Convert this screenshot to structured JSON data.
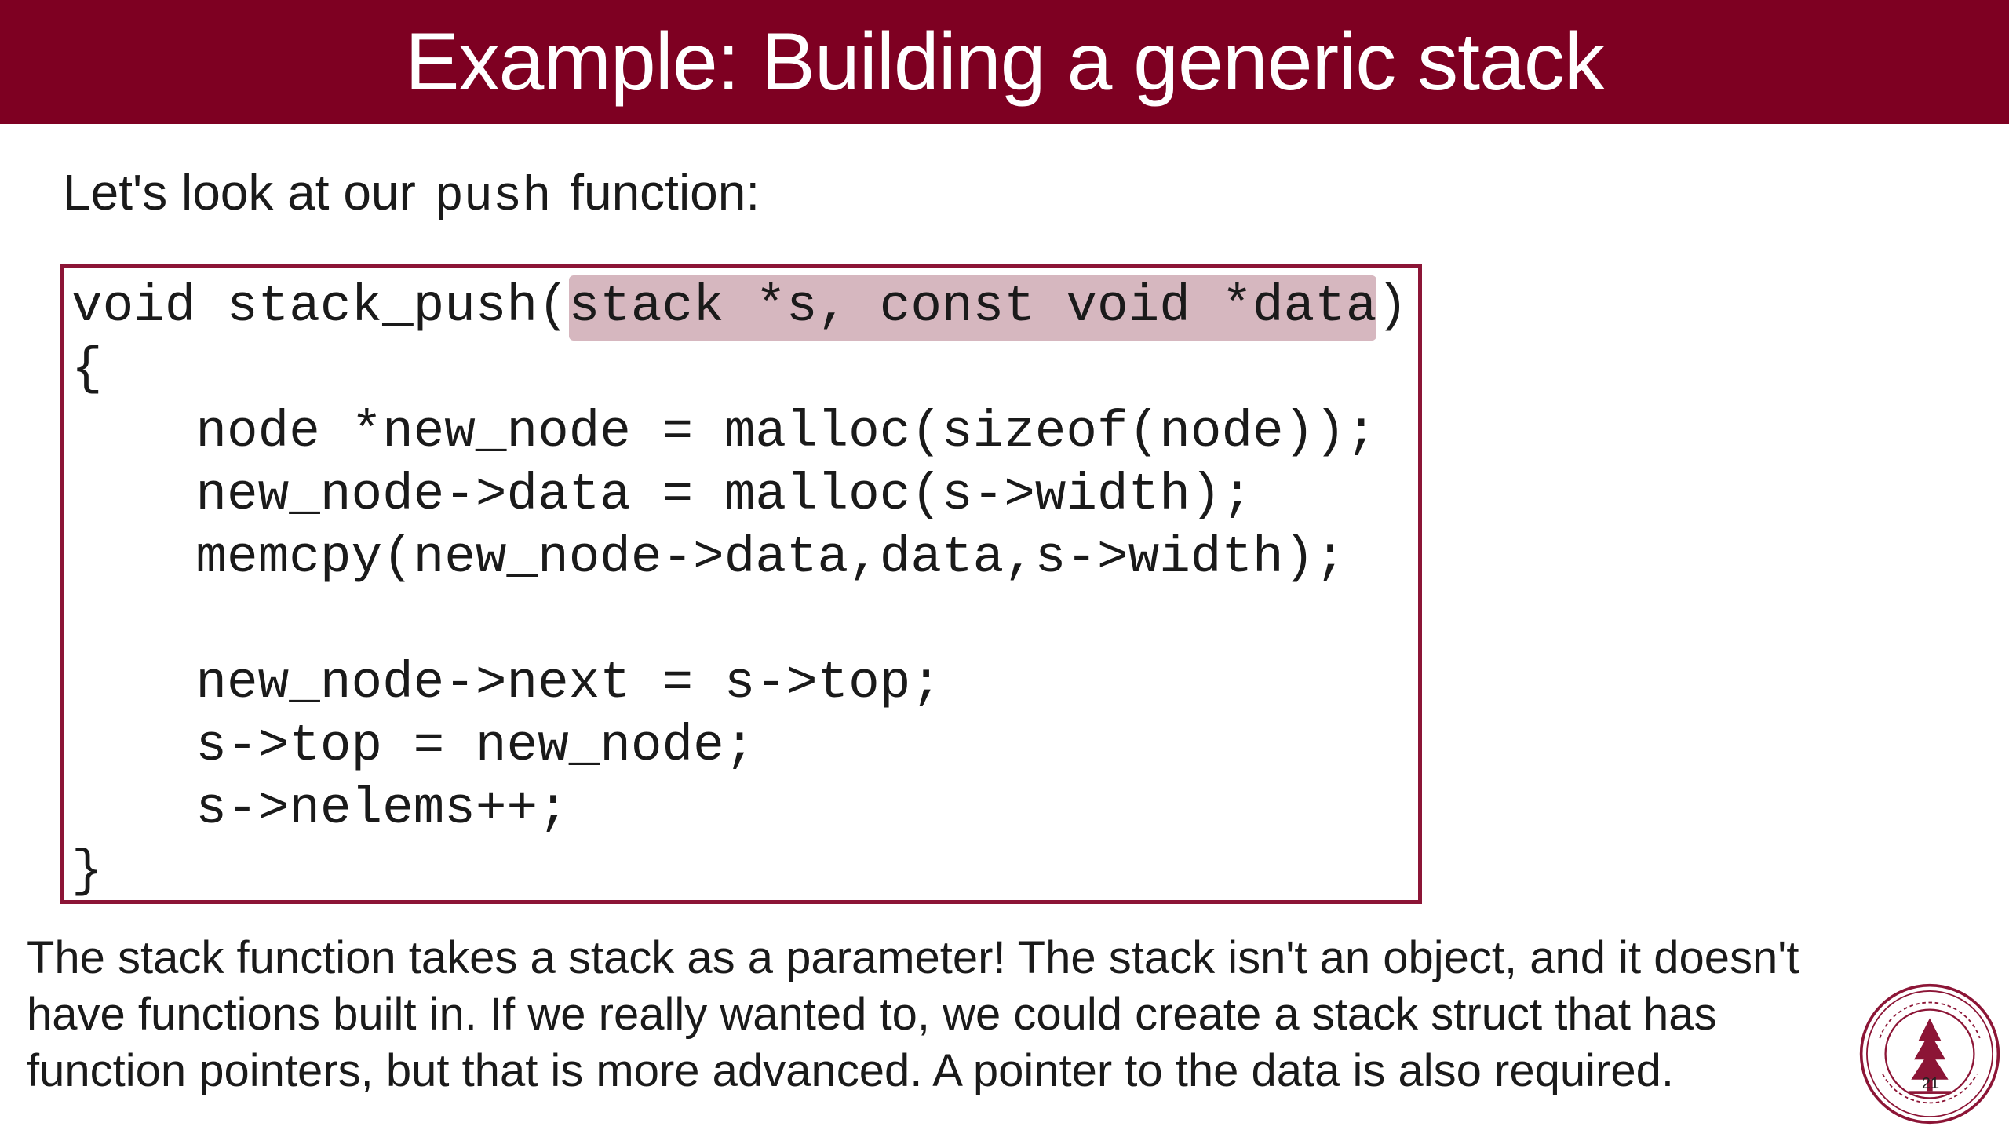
{
  "slide": {
    "title": "Example: Building a generic stack",
    "intro_before": "Let's look at our",
    "intro_code": "push",
    "intro_after": "function:",
    "code_lines": [
      {
        "text": "void stack_push(",
        "hl": "stack *s, const void *data",
        "rest": ")"
      },
      {
        "text": "{"
      },
      {
        "text": "    node *new_node = malloc(sizeof(node));"
      },
      {
        "text": "    new_node->data = malloc(s->width);"
      },
      {
        "text": "    memcpy(new_node->data,data,s->width);"
      },
      {
        "text": ""
      },
      {
        "text": "    new_node->next = s->top;"
      },
      {
        "text": "    s->top = new_node;"
      },
      {
        "text": "    s->nelems++;"
      },
      {
        "text": "}"
      }
    ],
    "explanation": "The stack function takes a stack as a parameter! The stack isn't an object, and it doesn't have functions built in. If we really wanted to, we could create a stack struct that has function pointers, but that is more advanced. A pointer to the data is also required.",
    "page_number": "21"
  },
  "colors": {
    "title_bar": "#7e0022",
    "code_border": "#8c1536",
    "highlight": "#d6b7bf",
    "seal": "#8c1536"
  },
  "icons": {
    "seal": "university-seal-icon"
  }
}
